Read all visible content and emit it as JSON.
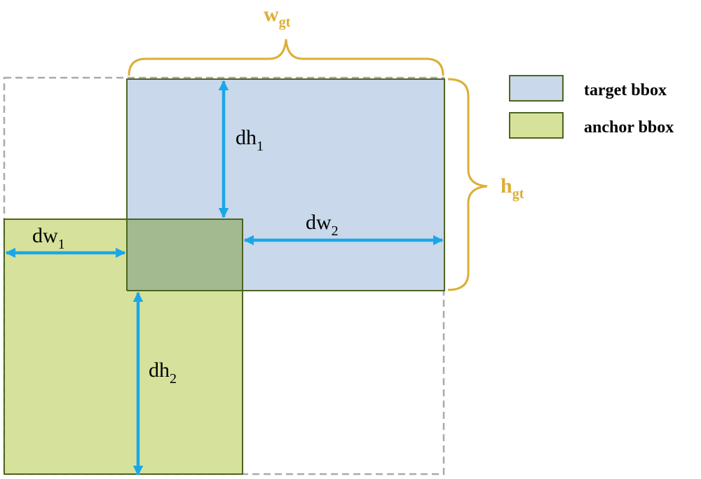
{
  "labels": {
    "dh1": {
      "base": "dh",
      "sub": "1"
    },
    "dh2": {
      "base": "dh",
      "sub": "2"
    },
    "dw1": {
      "base": "dw",
      "sub": "1"
    },
    "dw2": {
      "base": "dw",
      "sub": "2"
    },
    "wgt": {
      "base": "w",
      "sub": "gt"
    },
    "hgt": {
      "base": "h",
      "sub": "gt"
    }
  },
  "legend": {
    "items": [
      {
        "label": "target bbox",
        "color": "#c9d8ea"
      },
      {
        "label": "anchor bbox",
        "color": "#d6e29b"
      }
    ]
  },
  "colors": {
    "target_fill": "#c9d8ea",
    "anchor_fill": "#d6e29b",
    "overlap_fill": "#a3b990",
    "box_border": "#4d6421",
    "arrow": "#1aa7e8",
    "brace": "#dcae34",
    "union_border": "#a9a9a9"
  }
}
